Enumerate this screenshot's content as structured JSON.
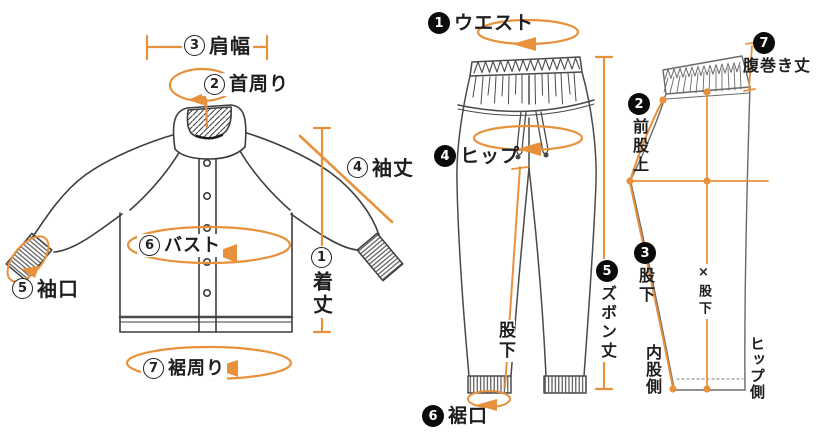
{
  "page": {
    "background": "#ffffff",
    "accent_orange": "#E8913C",
    "line_gray": "#3d3d3d"
  },
  "jacket": {
    "labels": {
      "length": {
        "num": "1",
        "text": "着丈"
      },
      "neck": {
        "num": "2",
        "text": "首周り"
      },
      "shoulder": {
        "num": "3",
        "text": "肩幅"
      },
      "sleeve": {
        "num": "4",
        "text": "袖丈"
      },
      "cuff": {
        "num": "5",
        "text": "袖口"
      },
      "bust": {
        "num": "6",
        "text": "バスト"
      },
      "hem": {
        "num": "7",
        "text": "裾周り"
      }
    }
  },
  "pants": {
    "labels": {
      "waist": {
        "num": "1",
        "text": "ウエスト"
      },
      "front_rise": {
        "num": "2",
        "text": "前股上"
      },
      "inseam_side": {
        "num": "3",
        "text": "股下"
      },
      "hip": {
        "num": "4",
        "text": "ヒップ"
      },
      "length": {
        "num": "5",
        "text": "ズボン丈"
      },
      "hem_opening": {
        "num": "6",
        "text": "裾口"
      },
      "bellyband": {
        "num": "7",
        "text": "腹巻き丈"
      },
      "inseam_front": {
        "text": "股下"
      },
      "x_inseam": {
        "text": "×股下"
      },
      "inner_thigh_side": {
        "text": "内股側"
      },
      "hip_side": {
        "text": "ヒップ側"
      }
    }
  }
}
